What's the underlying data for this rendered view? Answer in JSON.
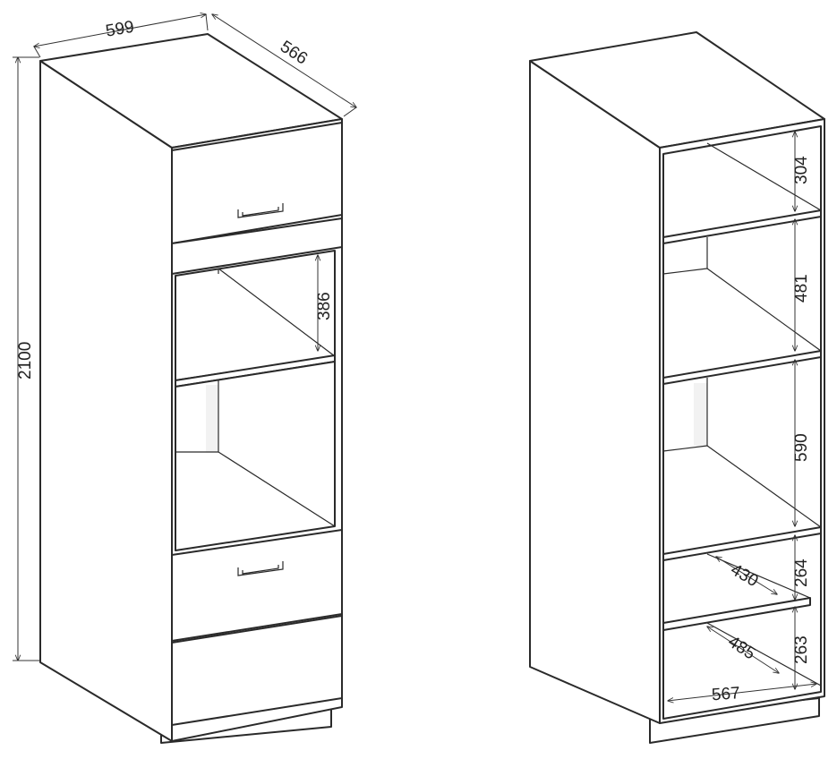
{
  "figure": {
    "left_cabinet": {
      "width_label": "599",
      "depth_label": "566",
      "height_label": "2100",
      "niche_height_label": "386"
    },
    "right_cabinet": {
      "shelf_gap_1_label": "304",
      "shelf_gap_2_label": "481",
      "shelf_gap_3_label": "590",
      "shelf_gap_4_label": "264",
      "shelf_gap_5_label": "263",
      "inner_shelf_depth_label": "430",
      "bottom_depth_label": "485",
      "inner_width_label": "567"
    }
  }
}
